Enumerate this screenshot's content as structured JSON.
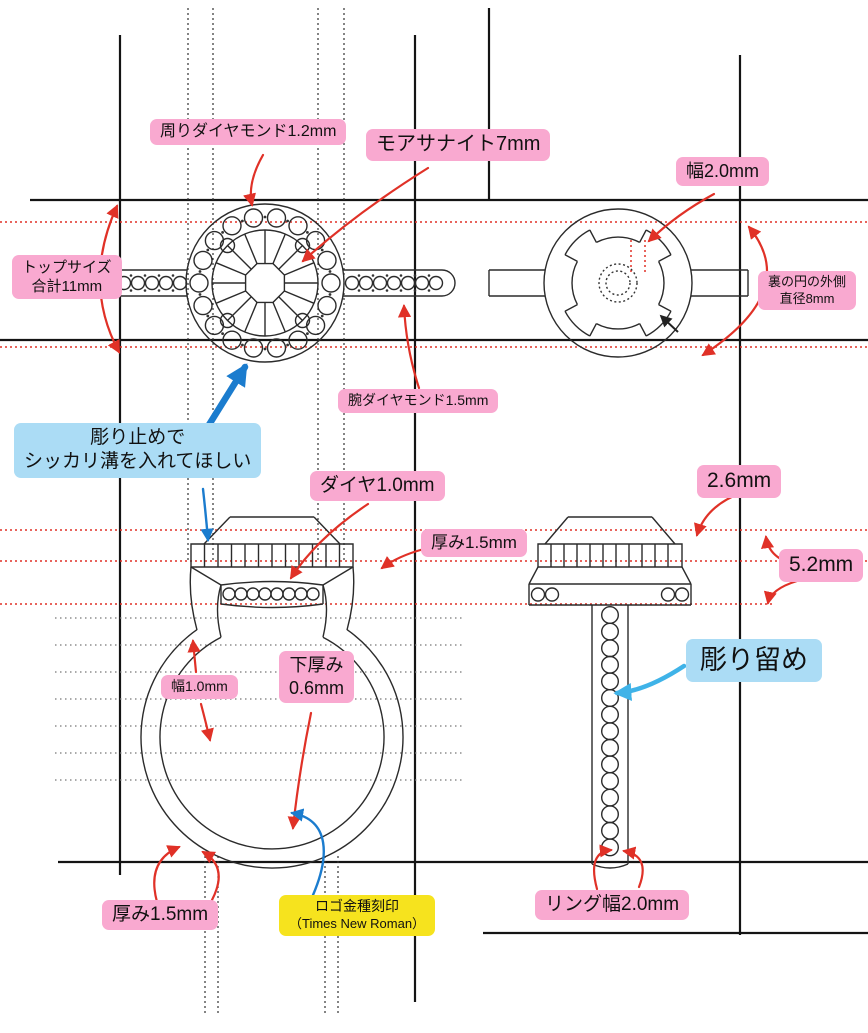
{
  "colors": {
    "pink": "#F9A9D0",
    "light_blue": "#ABDCF5",
    "yellow": "#F6E31E",
    "red": "#E03127",
    "blue_arrow": "#1B7CCE",
    "cyan_arrow": "#3FB3E8",
    "ink": "#1C1C1C"
  },
  "callouts": {
    "halo_diamond": "周りダイヤモンド1.2mm",
    "moissanite": "モアサナイト7mm",
    "back_width": "幅2.0mm",
    "top_size_1": "トップサイズ",
    "top_size_2": "合計11mm",
    "back_circle_1": "裏の円の外側",
    "back_circle_2": "直径8mm",
    "arm_diamond": "腕ダイヤモンド1.5mm",
    "engrave_note_1": "彫り止めで",
    "engrave_note_2": "シッカリ溝を入れてほしい",
    "pave_diamond": "ダイヤ1.0mm",
    "band_thickness_top": "厚み1.5mm",
    "dim_2_6": "2.6mm",
    "dim_5_2": "5.2mm",
    "under_thickness_1": "下厚み",
    "under_thickness_2": "0.6mm",
    "band_width_side": "幅1.0mm",
    "bead_setting": "彫り留め",
    "band_thickness_bottom": "厚み1.5mm",
    "logo_stamp_1": "ロゴ金種刻印",
    "logo_stamp_2": "（Times New Roman）",
    "ring_width": "リング幅2.0mm"
  }
}
